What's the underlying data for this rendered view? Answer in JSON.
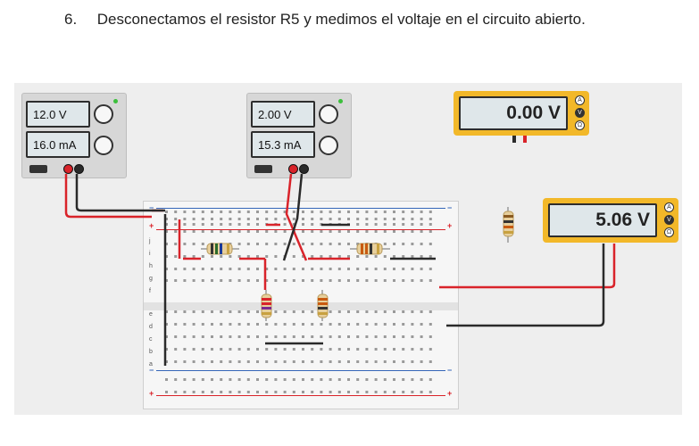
{
  "instruction": {
    "number": "6.",
    "text": "Desconectamos el resistor R5 y medimos el voltaje en el circuito abierto."
  },
  "power_supply_1": {
    "voltage": "12.0 V",
    "current": "16.0 mA"
  },
  "power_supply_2": {
    "voltage": "2.00 V",
    "current": "15.3 mA"
  },
  "multimeter_1": {
    "reading": "0.00 V",
    "modes": [
      "A",
      "V",
      "Ω"
    ],
    "selected_mode": "V"
  },
  "multimeter_2": {
    "reading": "5.06 V",
    "modes": [
      "A",
      "V",
      "Ω"
    ],
    "selected_mode": "V"
  },
  "breadboard": {
    "row_labels_top": [
      "j",
      "i",
      "h",
      "g",
      "f"
    ],
    "row_labels_bottom": [
      "e",
      "d",
      "c",
      "b",
      "a"
    ],
    "rail_plus": "+",
    "rail_minus": "−"
  },
  "colors": {
    "wire_red": "#d9232a",
    "wire_black": "#2a2a2a",
    "meter_body": "#f2b829",
    "rail_red": "#d9232a",
    "rail_blue": "#3566b8"
  }
}
